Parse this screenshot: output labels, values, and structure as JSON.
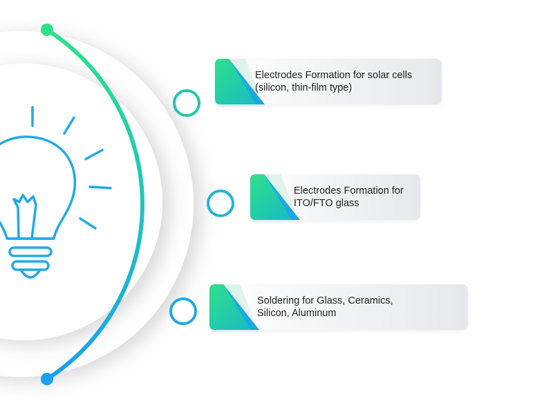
{
  "colors": {
    "gradient_start": "#2ee08a",
    "gradient_end": "#1aa0f0",
    "bulb_stroke": "#20a9e8",
    "node_fill": "#ffffff",
    "text": "#222222",
    "card_bg": "#eef0f3"
  },
  "icons": {
    "center": "light-bulb-icon"
  },
  "items": [
    {
      "line1": "Electrodes Formation for solar cells",
      "line2": "(silicon, thin-film type)"
    },
    {
      "line1": "Electrodes Formation for",
      "line2": "ITO/FTO glass"
    },
    {
      "line1": "Soldering for Glass, Ceramics,",
      "line2": "Silicon, Aluminum"
    }
  ]
}
